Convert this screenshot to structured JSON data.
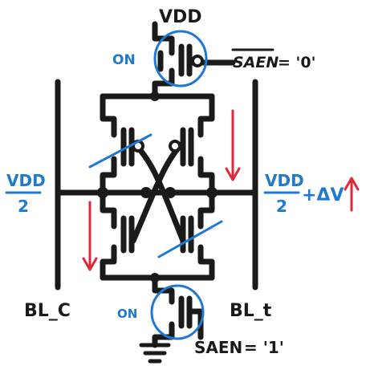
{
  "labels": {
    "vdd_top": "VDD",
    "on_top": "ON",
    "saen_bar": "SAEN",
    "saen_bar_value": "= '0'",
    "vdd_left_num": "VDD",
    "vdd_left_den": "2",
    "vdd_right_num": "VDD",
    "vdd_right_den": "2",
    "delta_v": "+ΔV",
    "bl_c": "BL_C",
    "bl_t": "BL_t",
    "on_bottom": "ON",
    "saen": "SAEN",
    "saen_value": "= '1'"
  },
  "colors": {
    "ink": "#1a1a1a",
    "blue": "#1f78d1",
    "red": "#e0283a"
  }
}
